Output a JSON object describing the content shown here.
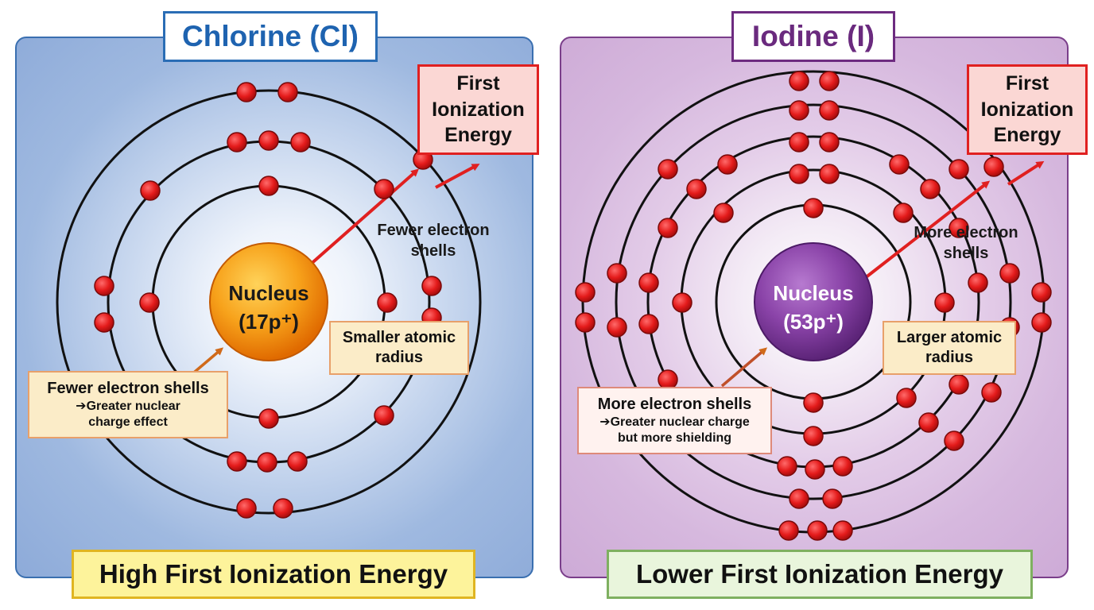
{
  "chlorine": {
    "title": "Chlorine (Cl)",
    "nucleus_label": "Nucleus",
    "nucleus_charge": "(17p⁺)",
    "fie_label": [
      "First",
      "Ionization",
      "Energy"
    ],
    "shells_label": [
      "Fewer electron",
      "shells"
    ],
    "radius_label": [
      "Smaller atomic",
      "radius"
    ],
    "shells_box": {
      "main": "Fewer electron shells",
      "sub": [
        "➔Greater nuclear",
        "charge effect"
      ]
    },
    "bottom_label": "High First Ionization Energy",
    "electron_shells": 3,
    "colors": {
      "accent": "#1e63b0",
      "nucleus": "#f39200",
      "electron": "#e41b1b",
      "arrow": "#e02020"
    }
  },
  "iodine": {
    "title": "Iodine (I)",
    "nucleus_label": "Nucleus",
    "nucleus_charge": "(53p⁺)",
    "fie_label": [
      "First",
      "Ionization",
      "Energy"
    ],
    "shells_label": [
      "More electron",
      "shells"
    ],
    "radius_label": [
      "Larger atomic",
      "radius"
    ],
    "shells_box": {
      "main": "More electron shells",
      "sub": [
        "➔Greater nuclear charge",
        "but more shielding"
      ]
    },
    "bottom_label": "Lower First Ionization Energy",
    "electron_shells": 5,
    "colors": {
      "accent": "#6a2a7e",
      "nucleus": "#7b3a9a",
      "electron": "#e41b1b",
      "arrow": "#e02020"
    }
  }
}
